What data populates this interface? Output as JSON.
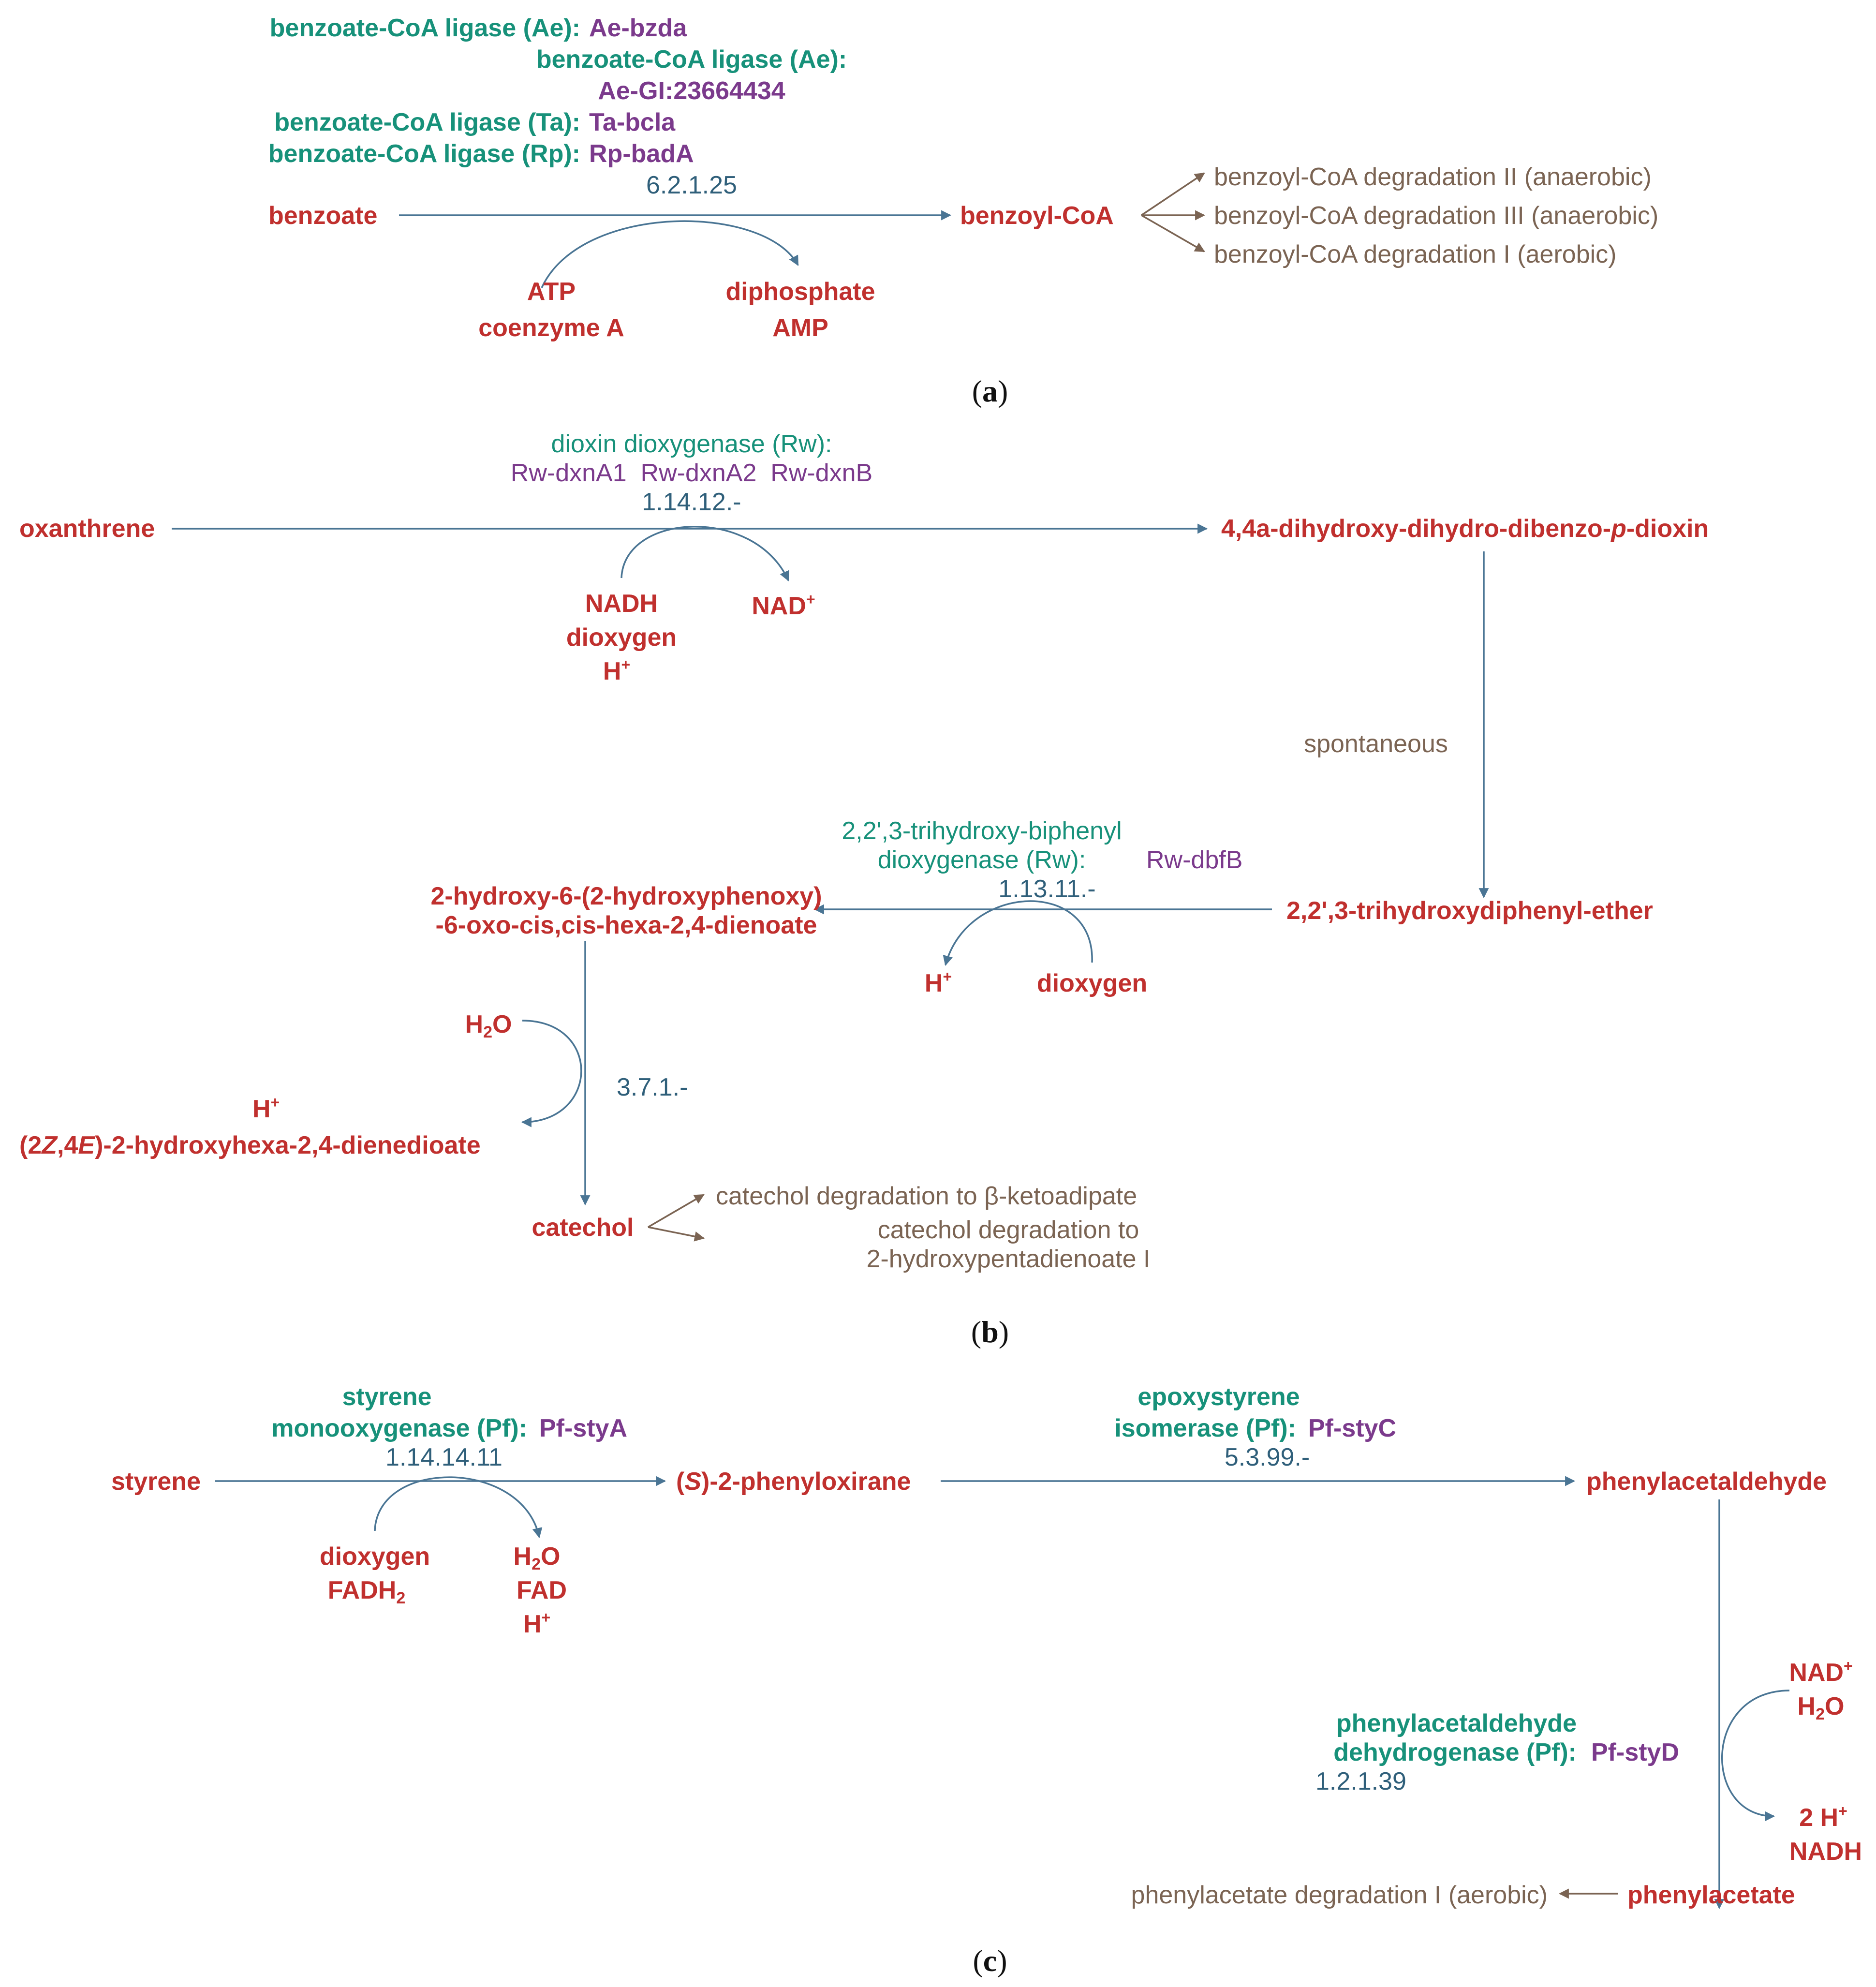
{
  "colors": {
    "metabolite": "#c0302e",
    "enzyme": "#17917a",
    "gene": "#7b3a8c",
    "ec_number": "#2f5f7a",
    "pathway_link": "#7b6453",
    "arrow": "#4a7594"
  },
  "panel_a": {
    "label": "a",
    "enzymes": [
      {
        "enzyme": "benzoate-CoA ligase (Ae):",
        "gene": "Ae-bzda"
      },
      {
        "enzyme": "benzoate-CoA ligase (Ae):",
        "gene": "Ae-GI:23664434"
      },
      {
        "enzyme": "benzoate-CoA ligase (Ta):",
        "gene": "Ta-bcla"
      },
      {
        "enzyme": "benzoate-CoA ligase (Rp):",
        "gene": "Rp-badA"
      }
    ],
    "ec": "6.2.1.25",
    "substrate": "benzoate",
    "product": "benzoyl-CoA",
    "cosubstrates": [
      "ATP",
      "coenzyme A"
    ],
    "coproducts": [
      "diphosphate",
      "AMP"
    ],
    "downstream": [
      "benzoyl-CoA degradation II (anaerobic)",
      "benzoyl-CoA degradation III (anaerobic)",
      "benzoyl-CoA degradation I (aerobic)"
    ]
  },
  "panel_b": {
    "label": "b",
    "step1": {
      "enzyme": "dioxin dioxygenase (Rw):",
      "genes": "Rw-dxnA1  Rw-dxnA2  Rw-dxnB",
      "ec": "1.14.12.-",
      "substrate": "oxanthrene",
      "product_pre": "4,4a-dihydroxy-dihydro-dibenzo-",
      "product_italic": "p",
      "product_post": "-dioxin",
      "cosubstrates": [
        "NADH",
        "dioxygen",
        "H"
      ],
      "coproduct": "NAD"
    },
    "step2": {
      "label": "spontaneous",
      "product": "2,2',3-trihydroxydiphenyl-ether"
    },
    "step3": {
      "enzyme_line1": "2,2',3-trihydroxy-biphenyl",
      "enzyme_line2": "dioxygenase (Rw):",
      "gene": "Rw-dbfB",
      "ec": "1.13.11.-",
      "product_line1": "2-hydroxy-6-(2-hydroxyphenoxy)",
      "product_line2": "-6-oxo-cis,cis-hexa-2,4-dienoate",
      "coproduct": "H",
      "cosubstrate": "dioxygen"
    },
    "step4": {
      "ec": "3.7.1.-",
      "water": "H",
      "proton": "H",
      "coproduct_parts": [
        "(2",
        "Z",
        ",4",
        "E",
        ")-2-hydroxyhexa-2,4-dienedioate"
      ],
      "product": "catechol"
    },
    "downstream": [
      "catechol degradation to β-ketoadipate",
      "catechol degradation to",
      "2-hydroxypentadienoate I"
    ]
  },
  "panel_c": {
    "label": "c",
    "step1": {
      "enzyme_line1": "styrene",
      "enzyme_line2": "monooxygenase (Pf):",
      "gene": "Pf-styA",
      "ec": "1.14.14.11",
      "substrate": "styrene",
      "product_italic": "S",
      "product_post": ")-2-phenyloxirane",
      "cosubstrates": [
        "dioxygen",
        "FADH"
      ],
      "coproducts": [
        "H",
        "FAD",
        "H"
      ]
    },
    "step2": {
      "enzyme_line1": "epoxystyrene",
      "enzyme_line2": "isomerase (Pf):",
      "gene": "Pf-styC",
      "ec": "5.3.99.-",
      "product": "phenylacetaldehyde"
    },
    "step3": {
      "enzyme_line1": "phenylacetaldehyde",
      "enzyme_line2": "dehydrogenase (Pf):",
      "gene": "Pf-styD",
      "ec": "1.2.1.39",
      "cosubstrates": [
        "NAD",
        "H"
      ],
      "coproducts": [
        "2 H",
        "NADH"
      ],
      "product": "phenylacetate"
    },
    "downstream": "phenylacetate degradation I (aerobic)"
  }
}
